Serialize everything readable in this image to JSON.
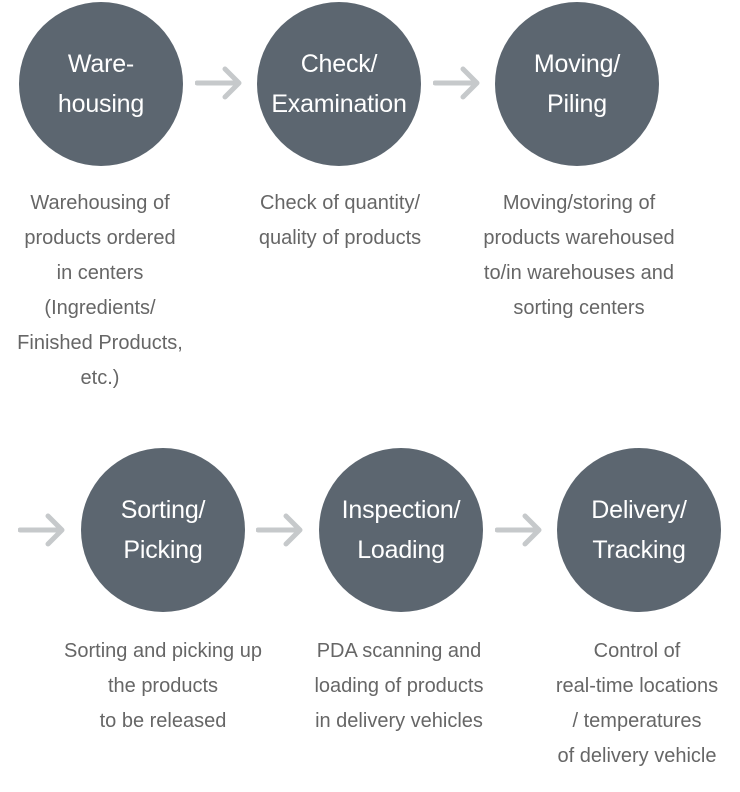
{
  "colors": {
    "circle_fill": "#5c6670",
    "circle_text": "#ffffff",
    "arrow": "#c6c9cb",
    "description_text": "#666666"
  },
  "steps": [
    {
      "title_lines": [
        "Ware-",
        "housing"
      ],
      "description_lines": [
        "Warehousing of",
        "products ordered",
        "in centers",
        "(Ingredients/",
        "Finished Products,",
        "etc.)"
      ]
    },
    {
      "title_lines": [
        "Check/",
        "Examination"
      ],
      "description_lines": [
        "Check of quantity/",
        "quality of products"
      ]
    },
    {
      "title_lines": [
        "Moving/",
        "Piling"
      ],
      "description_lines": [
        "Moving/storing of",
        "products warehoused",
        "to/in warehouses and",
        "sorting centers"
      ]
    },
    {
      "title_lines": [
        "Sorting/",
        "Picking"
      ],
      "description_lines": [
        "Sorting and picking up",
        "the products",
        "to be released"
      ]
    },
    {
      "title_lines": [
        "Inspection/",
        "Loading"
      ],
      "description_lines": [
        "PDA scanning and",
        "loading of products",
        "in delivery vehicles"
      ]
    },
    {
      "title_lines": [
        "Delivery/",
        "Tracking"
      ],
      "description_lines": [
        "Control of",
        "real-time locations",
        "/ temperatures",
        "of delivery vehicle"
      ]
    }
  ],
  "arrow_icon": "right-arrow-icon"
}
